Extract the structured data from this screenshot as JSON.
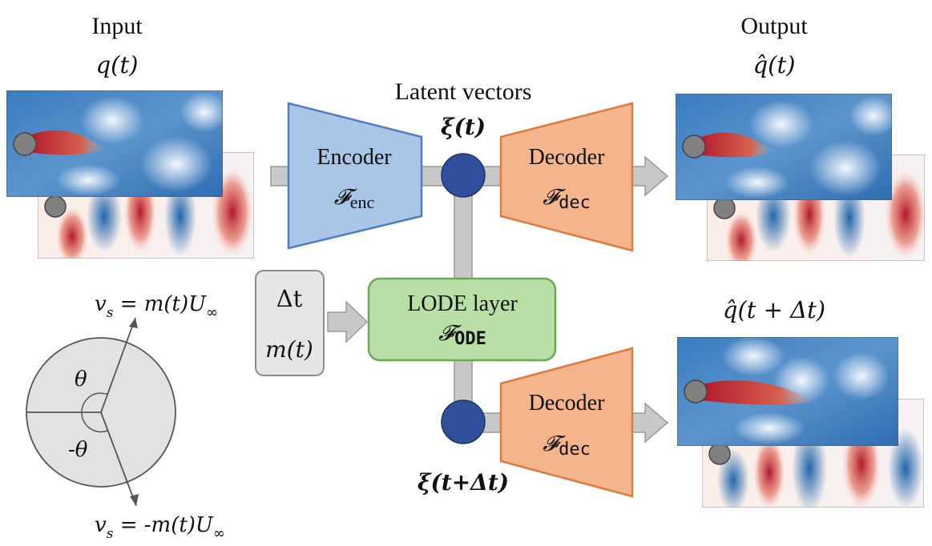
{
  "labels": {
    "input_title": "Input",
    "input_var": "q(t)",
    "output_title": "Output",
    "output_var": "q̂(t)",
    "future_var": "q̂(t + Δt)",
    "latent_title": "Latent vectors",
    "latent_now": "ξ(t)",
    "latent_future": "ξ(t+Δt)",
    "encoder_name": "Encoder",
    "encoder_sym": "𝓕",
    "encoder_sub": "enc",
    "decoder_name": "Decoder",
    "decoder_sym": "𝓕",
    "decoder_sub": "dec",
    "lode_name": "LODE layer",
    "lode_sym": "𝓕",
    "lode_sub": "ODE",
    "dt": "Δt",
    "mt": "m(t)",
    "vs_top": "v",
    "vs_top_sub": "s",
    "vs_top_rhs": " = m(t)U",
    "vs_bottom": "v",
    "vs_bottom_sub": "s",
    "vs_bottom_rhs": " = -m(t)U",
    "infinity": "∞",
    "theta_pos": "θ",
    "theta_neg": "-θ"
  },
  "colors": {
    "encoder_fill": "#a9c6e8",
    "encoder_stroke": "#4f7fbd",
    "decoder_fill": "#f4b58c",
    "decoder_stroke": "#e07a3a",
    "lode_fill": "#b9dfa6",
    "lode_stroke": "#6aaa4e",
    "input_box_fill": "#e6e6e6",
    "latent_node": "#2f4f9a",
    "connector": "#c8c8c8",
    "circle_fill": "#e2e2e2",
    "field_red": "#b2182b",
    "field_blue": "#2166ac"
  }
}
